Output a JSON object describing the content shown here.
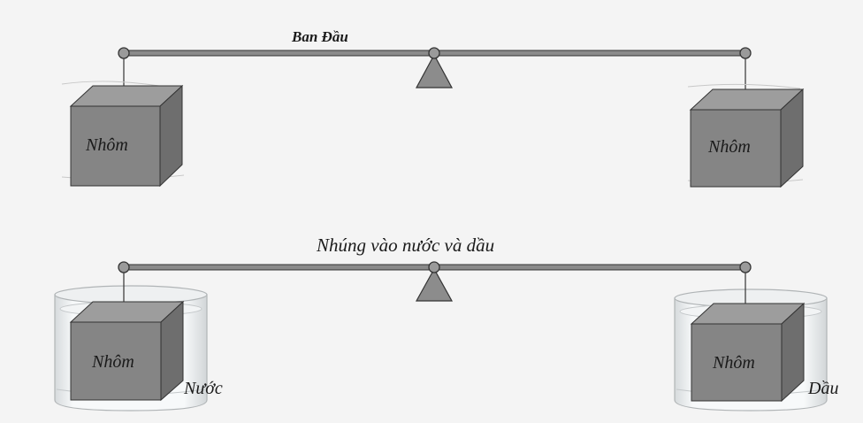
{
  "diagrams": {
    "top": {
      "title": "Ban Đầu",
      "left_block": "Nhôm",
      "right_block": "Nhôm"
    },
    "bottom": {
      "title": "Nhúng vào nước và dầu",
      "left_block": "Nhôm",
      "right_block": "Nhôm",
      "left_liquid": "Nước",
      "right_liquid": "Dầu"
    }
  },
  "colors": {
    "background": "#f4f4f4",
    "cube_front": "#858585",
    "cube_top": "#9d9d9d",
    "cube_side": "#6e6e6e",
    "beam": "#8a8a8a",
    "pivot": "#8c8c8c"
  }
}
